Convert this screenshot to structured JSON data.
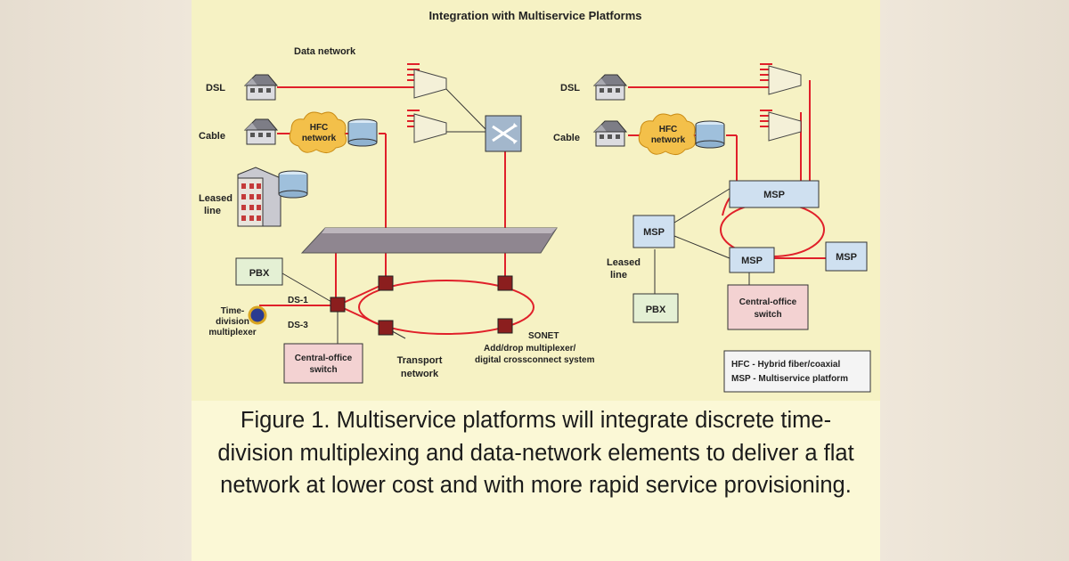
{
  "figure": {
    "title": "Integration with Multiservice Platforms",
    "caption": "Figure 1. Multiservice platforms will integrate discrete time-division multiplexing and data-network elements to deliver a flat network at lower cost and with more rapid service provisioning."
  },
  "left": {
    "data_network": "Data network",
    "dsl": "DSL",
    "cable": "Cable",
    "hfc_1": "HFC",
    "hfc_2": "network",
    "leased_1": "Leased",
    "leased_2": "line",
    "pbx": "PBX",
    "ds1": "DS-1",
    "ds3": "DS-3",
    "tdm_1": "Time-",
    "tdm_2": "division",
    "tdm_3": "multiplexer",
    "co_1": "Central-office",
    "co_2": "switch",
    "transport_1": "Transport",
    "transport_2": "network",
    "sonet_1": "SONET",
    "sonet_2": "Add/drop multiplexer/",
    "sonet_3": "digital crossconnect system"
  },
  "right": {
    "dsl": "DSL",
    "cable": "Cable",
    "hfc_1": "HFC",
    "hfc_2": "network",
    "msp": "MSP",
    "leased_1": "Leased",
    "leased_2": "line",
    "pbx": "PBX",
    "co_1": "Central-office",
    "co_2": "switch",
    "legend_1": "HFC - Hybrid fiber/coaxial",
    "legend_2": "MSP - Multiservice platform"
  },
  "colors": {
    "link_red": "#e0202a",
    "node_square": "#8b1e1e",
    "box_green": "#e4f0d4",
    "box_pink": "#f3d2d2",
    "msp_blue": "#cfe0f0",
    "cloud": "#f3c04a"
  }
}
